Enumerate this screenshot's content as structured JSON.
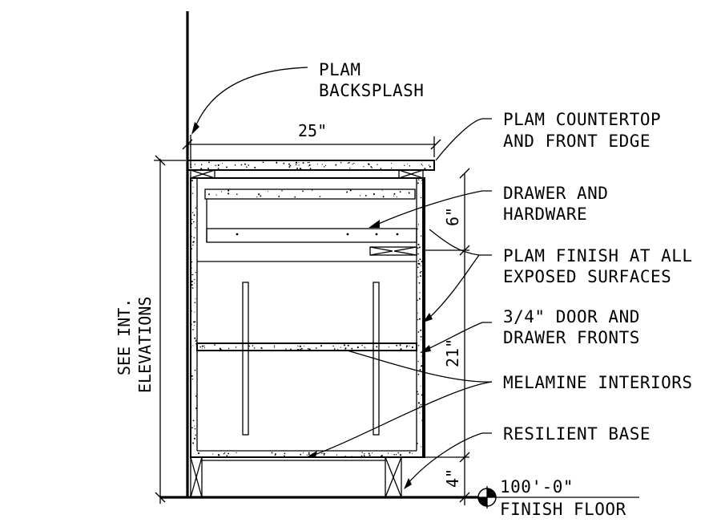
{
  "labels": {
    "backsplash_line1": "PLAM",
    "backsplash_line2": "BACKSPLASH",
    "countertop_line1": "PLAM COUNTERTOP",
    "countertop_line2": "AND FRONT EDGE",
    "drawer_line1": "DRAWER AND",
    "drawer_line2": "HARDWARE",
    "finish_line1": "PLAM FINISH AT ALL",
    "finish_line2": "EXPOSED SURFACES",
    "fronts_line1": "3/4\" DOOR AND",
    "fronts_line2": "DRAWER FRONTS",
    "melamine": "MELAMINE INTERIORS",
    "base": "RESILIENT BASE",
    "elevation_value": "100'-0\"",
    "elevation_name": "FINISH FLOOR",
    "see_line1": "SEE INT.",
    "see_line2": "ELEVATIONS"
  },
  "dimensions": {
    "counter_depth": "25\"",
    "drawer_height": "6\"",
    "cabinet_height": "21\"",
    "toe_kick": "4\""
  }
}
